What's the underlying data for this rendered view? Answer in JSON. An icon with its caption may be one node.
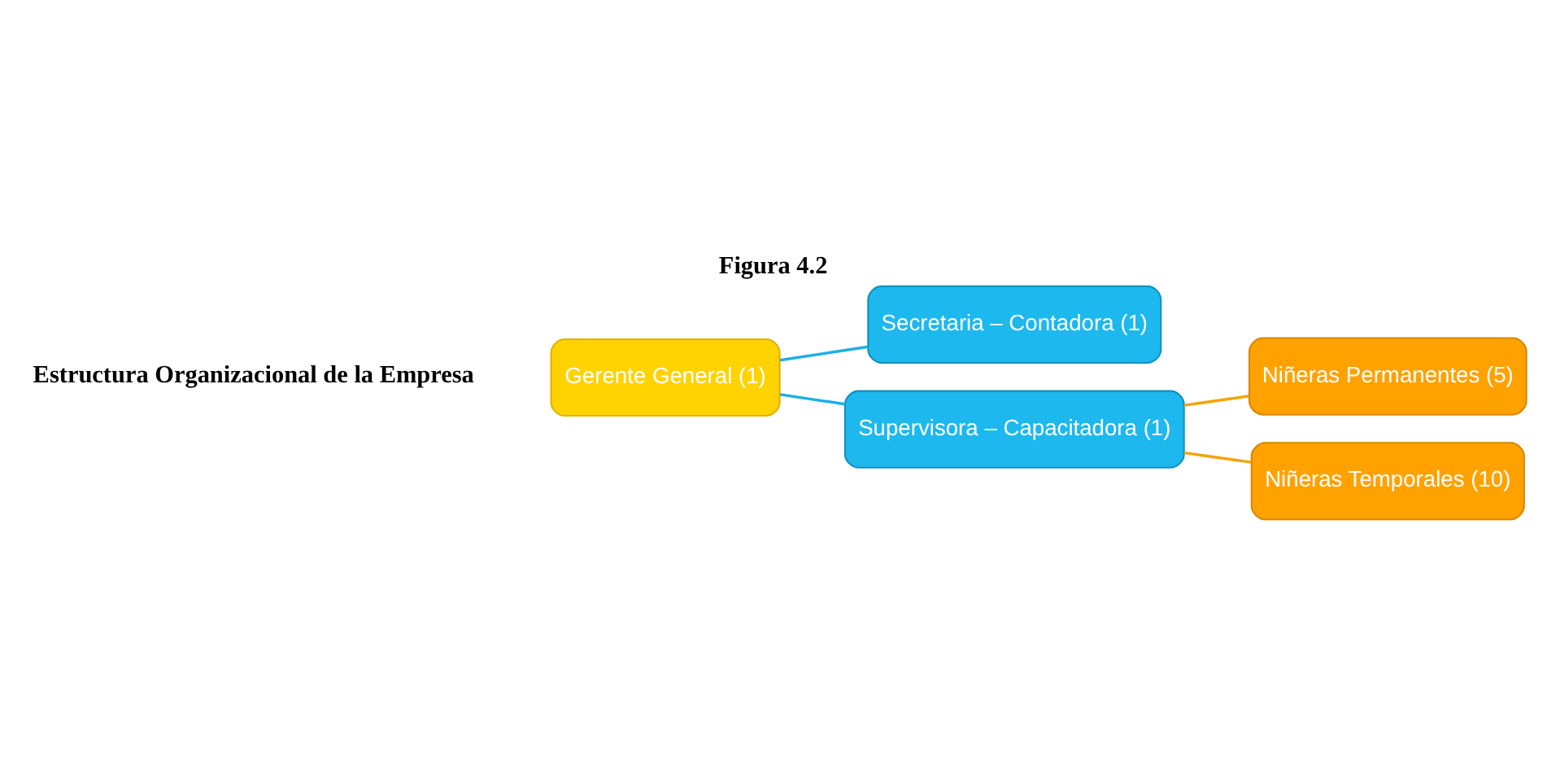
{
  "diagram": {
    "title": "Figura 4.2",
    "nodes": [
      {
        "text": [
          "Gerente General (1)"
        ]
      },
      {
        "text": [
          "Secretaria – Contadora (1)"
        ]
      },
      {
        "text": [
          "Supervisora – Capacitadora (1)"
        ]
      },
      {
        "text": [
          "Niñeras Permanentes (5)"
        ]
      },
      {
        "text": [
          "Niñeras Temporales (10)"
        ]
      }
    ],
    "edges": [
      {
        "from": 0,
        "to": 1,
        "arrow": "none",
        "color": "#1cb0e6"
      },
      {
        "from": 0,
        "to": 2,
        "arrow": "none",
        "color": "#1cb0e6"
      },
      {
        "from": 2,
        "to": 3,
        "arrow": "none",
        "color": "#f5a300"
      },
      {
        "from": 2,
        "to": 4,
        "arrow": "none",
        "color": "#f5a300"
      }
    ],
    "labels": [
      "Estructura Organizacional de la Empresa"
    ]
  }
}
